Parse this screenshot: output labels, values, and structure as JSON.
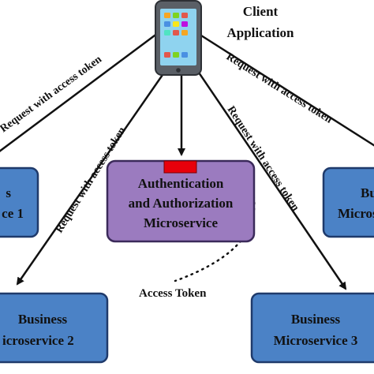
{
  "client": {
    "label_line1": "Client",
    "label_line2": "Application",
    "device_icon": "smartphone-icon"
  },
  "edges": {
    "request_label": "Request with access token",
    "access_token_label": "Access Token"
  },
  "nodes": {
    "auth": {
      "line1": "Authentication",
      "line2": "and Authorization",
      "line3": "Microservice",
      "token_badge_color": "#e8000b"
    },
    "business1": {
      "line1": "s",
      "line2": "ce 1"
    },
    "business2": {
      "line1": "Business",
      "line2": "icroservice 2"
    },
    "business3": {
      "line1": "Business",
      "line2": "Microservice 3"
    },
    "business4": {
      "line1": "Bu",
      "line2": "Microse"
    }
  },
  "colors": {
    "business_fill": "#4b82c6",
    "business_stroke": "#1f3a6b",
    "auth_fill": "#9b7bbf",
    "auth_stroke": "#3b2a5a",
    "arrow": "#111111"
  }
}
